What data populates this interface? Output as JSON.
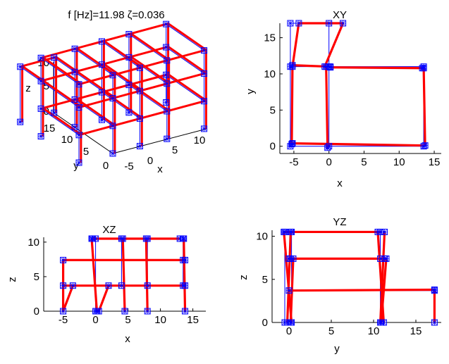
{
  "chart_data": [
    {
      "type": "line",
      "title": "f [Hz]=11.98 ζ=0.036",
      "view": "3D",
      "xlabel": "x",
      "ylabel": "y",
      "zlabel": "z",
      "xticks": [
        "-5",
        "0",
        "5",
        "10"
      ],
      "yticks": [
        "0",
        "5",
        "10",
        "15"
      ],
      "zticks": [
        "0",
        "5",
        "10"
      ],
      "colors": {
        "deformed": "#ff0000",
        "undeformed": "#0000ff"
      }
    },
    {
      "type": "line",
      "title": "XY",
      "xlabel": "x",
      "ylabel": "y",
      "xlim": [
        -7,
        16
      ],
      "ylim": [
        -1,
        17
      ],
      "xticks": [
        -5,
        0,
        5,
        10,
        15
      ],
      "yticks": [
        0,
        5,
        10,
        15
      ],
      "undeformed": [
        [
          [
            -5.5,
            0
          ],
          [
            -5.5,
            11
          ]
        ],
        [
          [
            -5.5,
            11
          ],
          [
            -5.5,
            17
          ]
        ],
        [
          [
            -5.5,
            17
          ],
          [
            0,
            17
          ]
        ],
        [
          [
            0,
            17
          ],
          [
            0,
            11
          ]
        ],
        [
          [
            -5.5,
            11
          ],
          [
            0,
            11
          ]
        ],
        [
          [
            0,
            11
          ],
          [
            13.5,
            11
          ]
        ],
        [
          [
            -5.5,
            0
          ],
          [
            13.5,
            0
          ]
        ],
        [
          [
            0,
            0
          ],
          [
            0,
            11
          ]
        ],
        [
          [
            13.5,
            0
          ],
          [
            13.5,
            11
          ]
        ]
      ],
      "deformed": [
        [
          [
            -5.3,
            0.3
          ],
          [
            -5.2,
            11
          ]
        ],
        [
          [
            -5.2,
            11
          ],
          [
            -4.3,
            17
          ]
        ],
        [
          [
            -4.3,
            17
          ],
          [
            2,
            17
          ]
        ],
        [
          [
            2,
            17
          ],
          [
            -0.6,
            11
          ]
        ],
        [
          [
            -5.2,
            11.2
          ],
          [
            0.2,
            11
          ]
        ],
        [
          [
            0.2,
            10.9
          ],
          [
            13.3,
            10.8
          ]
        ],
        [
          [
            -5.2,
            0.4
          ],
          [
            13.7,
            0.1
          ]
        ],
        [
          [
            -0.2,
            -0.2
          ],
          [
            -0.4,
            11
          ]
        ],
        [
          [
            13.7,
            0.1
          ],
          [
            13.5,
            10.8
          ]
        ]
      ]
    },
    {
      "type": "line",
      "title": "XZ",
      "xlabel": "x",
      "ylabel": "z",
      "xlim": [
        -8,
        17
      ],
      "ylim": [
        0,
        10.7
      ],
      "xticks": [
        -5,
        0,
        5,
        10,
        15
      ],
      "yticks": [
        0,
        5,
        10
      ],
      "undeformed": [
        [
          [
            -5,
            0
          ],
          [
            -5,
            7.4
          ]
        ],
        [
          [
            0,
            0
          ],
          [
            0,
            10.5
          ]
        ],
        [
          [
            4,
            3.7
          ],
          [
            4,
            10.5
          ]
        ],
        [
          [
            8,
            3.7
          ],
          [
            8,
            10.5
          ]
        ],
        [
          [
            13.5,
            3.7
          ],
          [
            13.5,
            10.5
          ]
        ],
        [
          [
            -5,
            7.4
          ],
          [
            13.5,
            7.4
          ]
        ],
        [
          [
            -5,
            3.7
          ],
          [
            13.5,
            3.7
          ]
        ],
        [
          [
            0,
            10.5
          ],
          [
            13.5,
            10.5
          ]
        ]
      ],
      "deformed": [
        [
          [
            -5,
            0
          ],
          [
            -5,
            7.4
          ]
        ],
        [
          [
            -3.5,
            3.7
          ],
          [
            -5,
            0
          ]
        ],
        [
          [
            0.2,
            0
          ],
          [
            -0.6,
            10.5
          ]
        ],
        [
          [
            0.5,
            0
          ],
          [
            2,
            3.7
          ]
        ],
        [
          [
            4.5,
            0
          ],
          [
            4.2,
            10.5
          ]
        ],
        [
          [
            8,
            0
          ],
          [
            7.8,
            10.5
          ]
        ],
        [
          [
            13.8,
            0
          ],
          [
            13.6,
            10.5
          ]
        ],
        [
          [
            -5,
            7.4
          ],
          [
            13.8,
            7.4
          ]
        ],
        [
          [
            -5,
            3.7
          ],
          [
            13.8,
            3.7
          ]
        ],
        [
          [
            -0.5,
            10.5
          ],
          [
            13,
            10.5
          ]
        ]
      ]
    },
    {
      "type": "line",
      "title": "YZ",
      "xlabel": "y",
      "ylabel": "z",
      "xlim": [
        -2,
        18
      ],
      "ylim": [
        0,
        10.7
      ],
      "xticks": [
        0,
        5,
        10,
        15
      ],
      "yticks": [
        0,
        5,
        10
      ],
      "undeformed": [
        [
          [
            -0.5,
            0
          ],
          [
            -0.5,
            10.5
          ]
        ],
        [
          [
            0.3,
            0
          ],
          [
            0.3,
            10.5
          ]
        ],
        [
          [
            10.8,
            0
          ],
          [
            10.8,
            10.5
          ]
        ],
        [
          [
            17.2,
            0
          ],
          [
            17.2,
            3.7
          ]
        ],
        [
          [
            -0.5,
            10.5
          ],
          [
            10.8,
            10.5
          ]
        ],
        [
          [
            0,
            7.4
          ],
          [
            10.8,
            7.4
          ]
        ],
        [
          [
            0,
            3.7
          ],
          [
            17.2,
            3.7
          ]
        ]
      ],
      "deformed": [
        [
          [
            -0.6,
            10.5
          ],
          [
            0.3,
            0
          ]
        ],
        [
          [
            0.2,
            10.5
          ],
          [
            -0.2,
            0
          ]
        ],
        [
          [
            0.5,
            7.4
          ],
          [
            0.2,
            0
          ]
        ],
        [
          [
            10.5,
            10.5
          ],
          [
            11.2,
            0
          ]
        ],
        [
          [
            11.3,
            10.5
          ],
          [
            10.8,
            0
          ]
        ],
        [
          [
            11.5,
            7.4
          ],
          [
            10.9,
            0
          ]
        ],
        [
          [
            17.2,
            3.7
          ],
          [
            17.2,
            0
          ]
        ],
        [
          [
            -0.6,
            10.5
          ],
          [
            10.8,
            10.5
          ]
        ],
        [
          [
            0.2,
            7.4
          ],
          [
            11.3,
            7.4
          ]
        ],
        [
          [
            0,
            3.7
          ],
          [
            17.2,
            3.8
          ]
        ]
      ]
    }
  ]
}
